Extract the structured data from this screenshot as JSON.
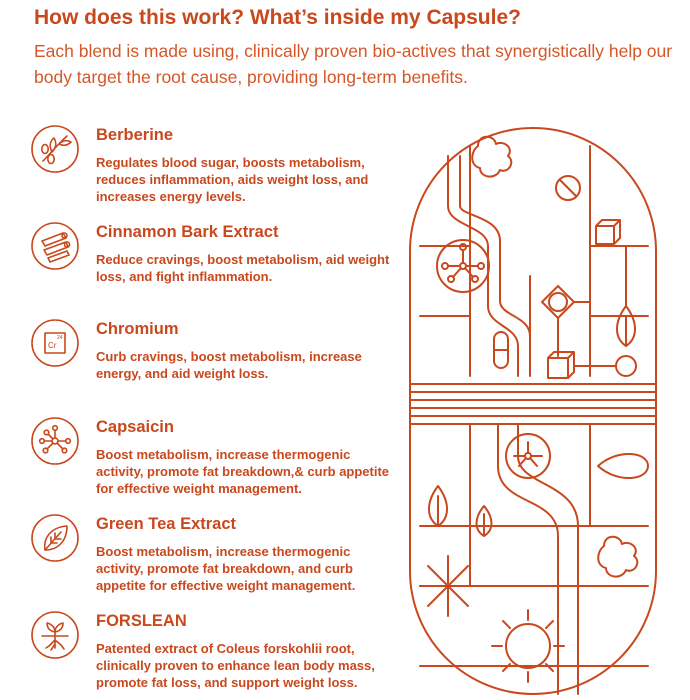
{
  "header": {
    "title": "How does this work? What’s inside my Capsule?",
    "intro": "Each blend is made using, clinically proven bio-actives that synergistically help our body target the root cause, providing long-term benefits."
  },
  "ingredients": [
    {
      "icon": "olive-branch-icon",
      "name": "Berberine",
      "description": "Regulates blood sugar, boosts metabolism, reduces inflammation, aids weight loss, and increases energy levels."
    },
    {
      "icon": "cinnamon-sticks-icon",
      "name": "Cinnamon Bark Extract",
      "description": "Reduce cravings, boost metabolism, aid weight loss, and fight inflammation."
    },
    {
      "icon": "chromium-element-icon",
      "name": "Chromium",
      "description": "Curb cravings, boost metabolism, increase energy, and aid weight loss."
    },
    {
      "icon": "molecule-icon",
      "name": "Capsaicin",
      "description": "Boost metabolism, increase thermogenic activity, promote fat breakdown,& curb appetite for effective weight management."
    },
    {
      "icon": "leaf-icon",
      "name": "Green Tea Extract",
      "description": "Boost metabolism, increase thermogenic activity, promote fat breakdown, and curb appetite for effective weight management."
    },
    {
      "icon": "root-icon",
      "name": "FORSLEAN",
      "description": "Patented extract of Coleus forskohlii root, clinically proven to enhance lean body mass, promote fat loss, and support weight loss."
    }
  ],
  "chromium_symbol": {
    "symbol": "Cr",
    "number": "24"
  },
  "colors": {
    "accent": "#c9481d",
    "intro_text": "#d4572a",
    "background": "#ffffff"
  }
}
